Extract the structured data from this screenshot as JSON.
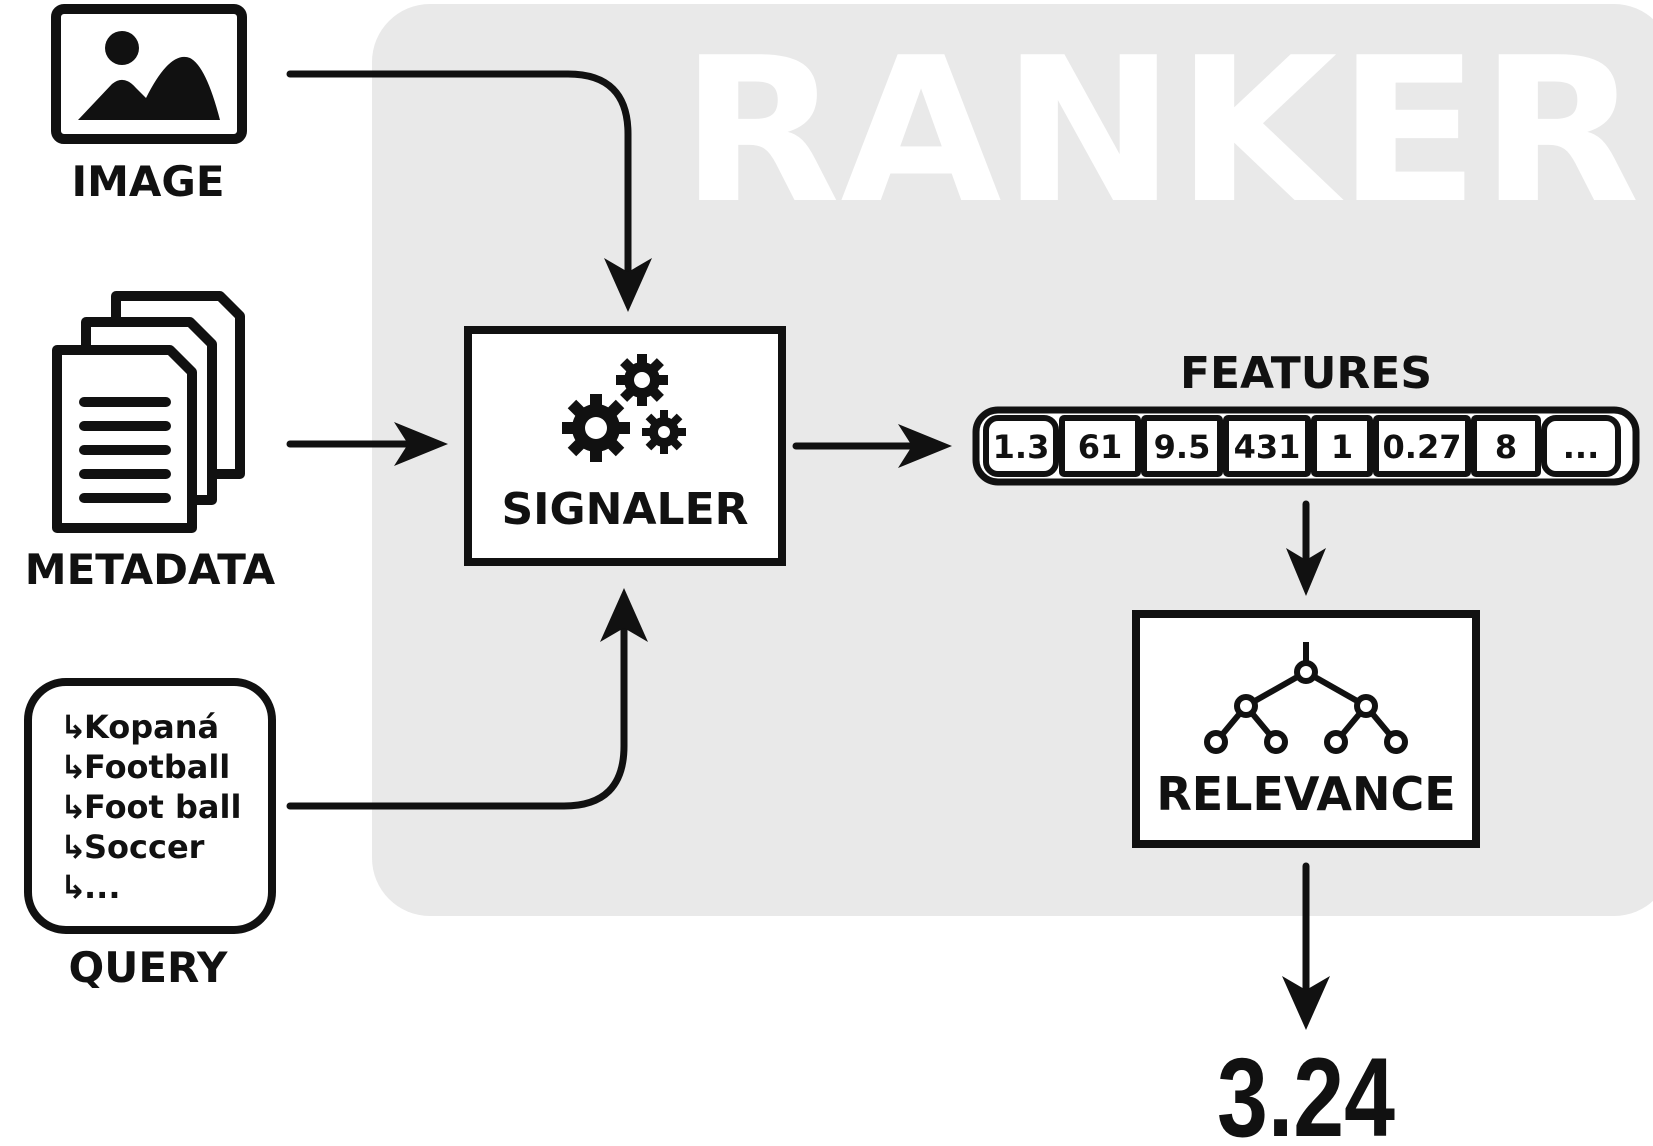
{
  "ranker": {
    "title": "RANKER",
    "background_color": "#e9e9e9"
  },
  "inputs": {
    "image": {
      "label": "IMAGE",
      "icon": "image-icon"
    },
    "metadata": {
      "label": "METADATA",
      "icon": "documents-icon"
    },
    "query": {
      "label": "QUERY",
      "items": [
        "Kopaná",
        "Football",
        "Foot ball",
        "Soccer",
        "..."
      ],
      "bullet": "↳"
    }
  },
  "signaler": {
    "label": "SIGNALER",
    "icon": "gears-icon"
  },
  "features": {
    "label": "FEATURES",
    "values": [
      "1.3",
      "61",
      "9.5",
      "431",
      "1",
      "0.27",
      "8",
      "..."
    ]
  },
  "relevance": {
    "label": "RELEVANCE",
    "icon": "decision-tree-icon"
  },
  "output": {
    "value": "3.24"
  }
}
